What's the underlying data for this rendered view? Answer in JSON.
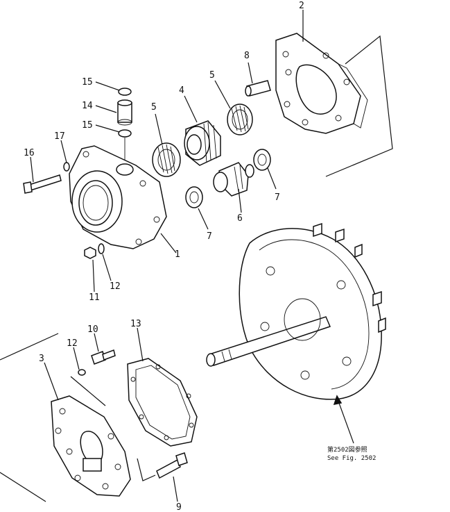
{
  "callouts": {
    "p1": "1",
    "p2": "2",
    "p3": "3",
    "p4": "4",
    "p5a": "5",
    "p5b": "5",
    "p6": "6",
    "p7a": "7",
    "p7b": "7",
    "p8": "8",
    "p9": "9",
    "p10": "10",
    "p11": "11",
    "p12a": "12",
    "p12b": "12",
    "p13": "13",
    "p14": "14",
    "p15a": "15",
    "p15b": "15",
    "p16": "16",
    "p17": "17"
  },
  "reference_note": {
    "line1": "第2502図参照",
    "line2": "See  Fig.  2502"
  }
}
